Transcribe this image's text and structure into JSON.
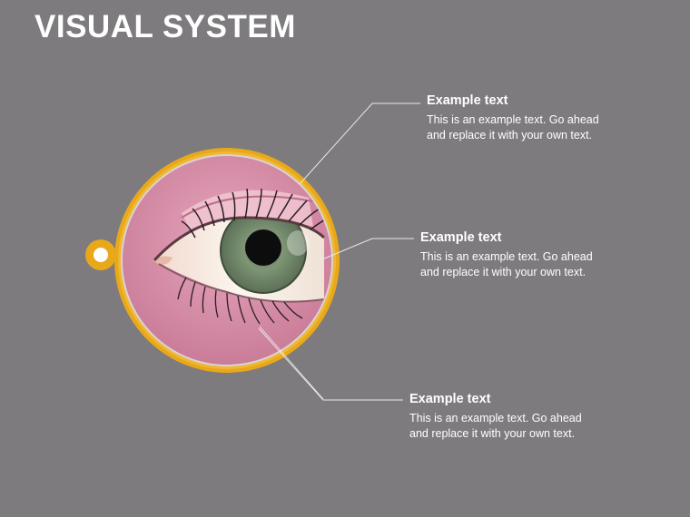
{
  "title": "VISUAL SYSTEM",
  "callouts": [
    {
      "heading": "Example text",
      "body": "This is an example text. Go ahead and replace it with your own text."
    },
    {
      "heading": "Example text",
      "body": "This is an example text. Go ahead and replace it with your own text."
    },
    {
      "heading": "Example text",
      "body": "This is an example text. Go ahead and replace it with your own text."
    }
  ],
  "colors": {
    "background": "#7d7b7e",
    "frame": "#e8a81a",
    "skin": "#d88aa4",
    "iris": "#7f9777"
  }
}
